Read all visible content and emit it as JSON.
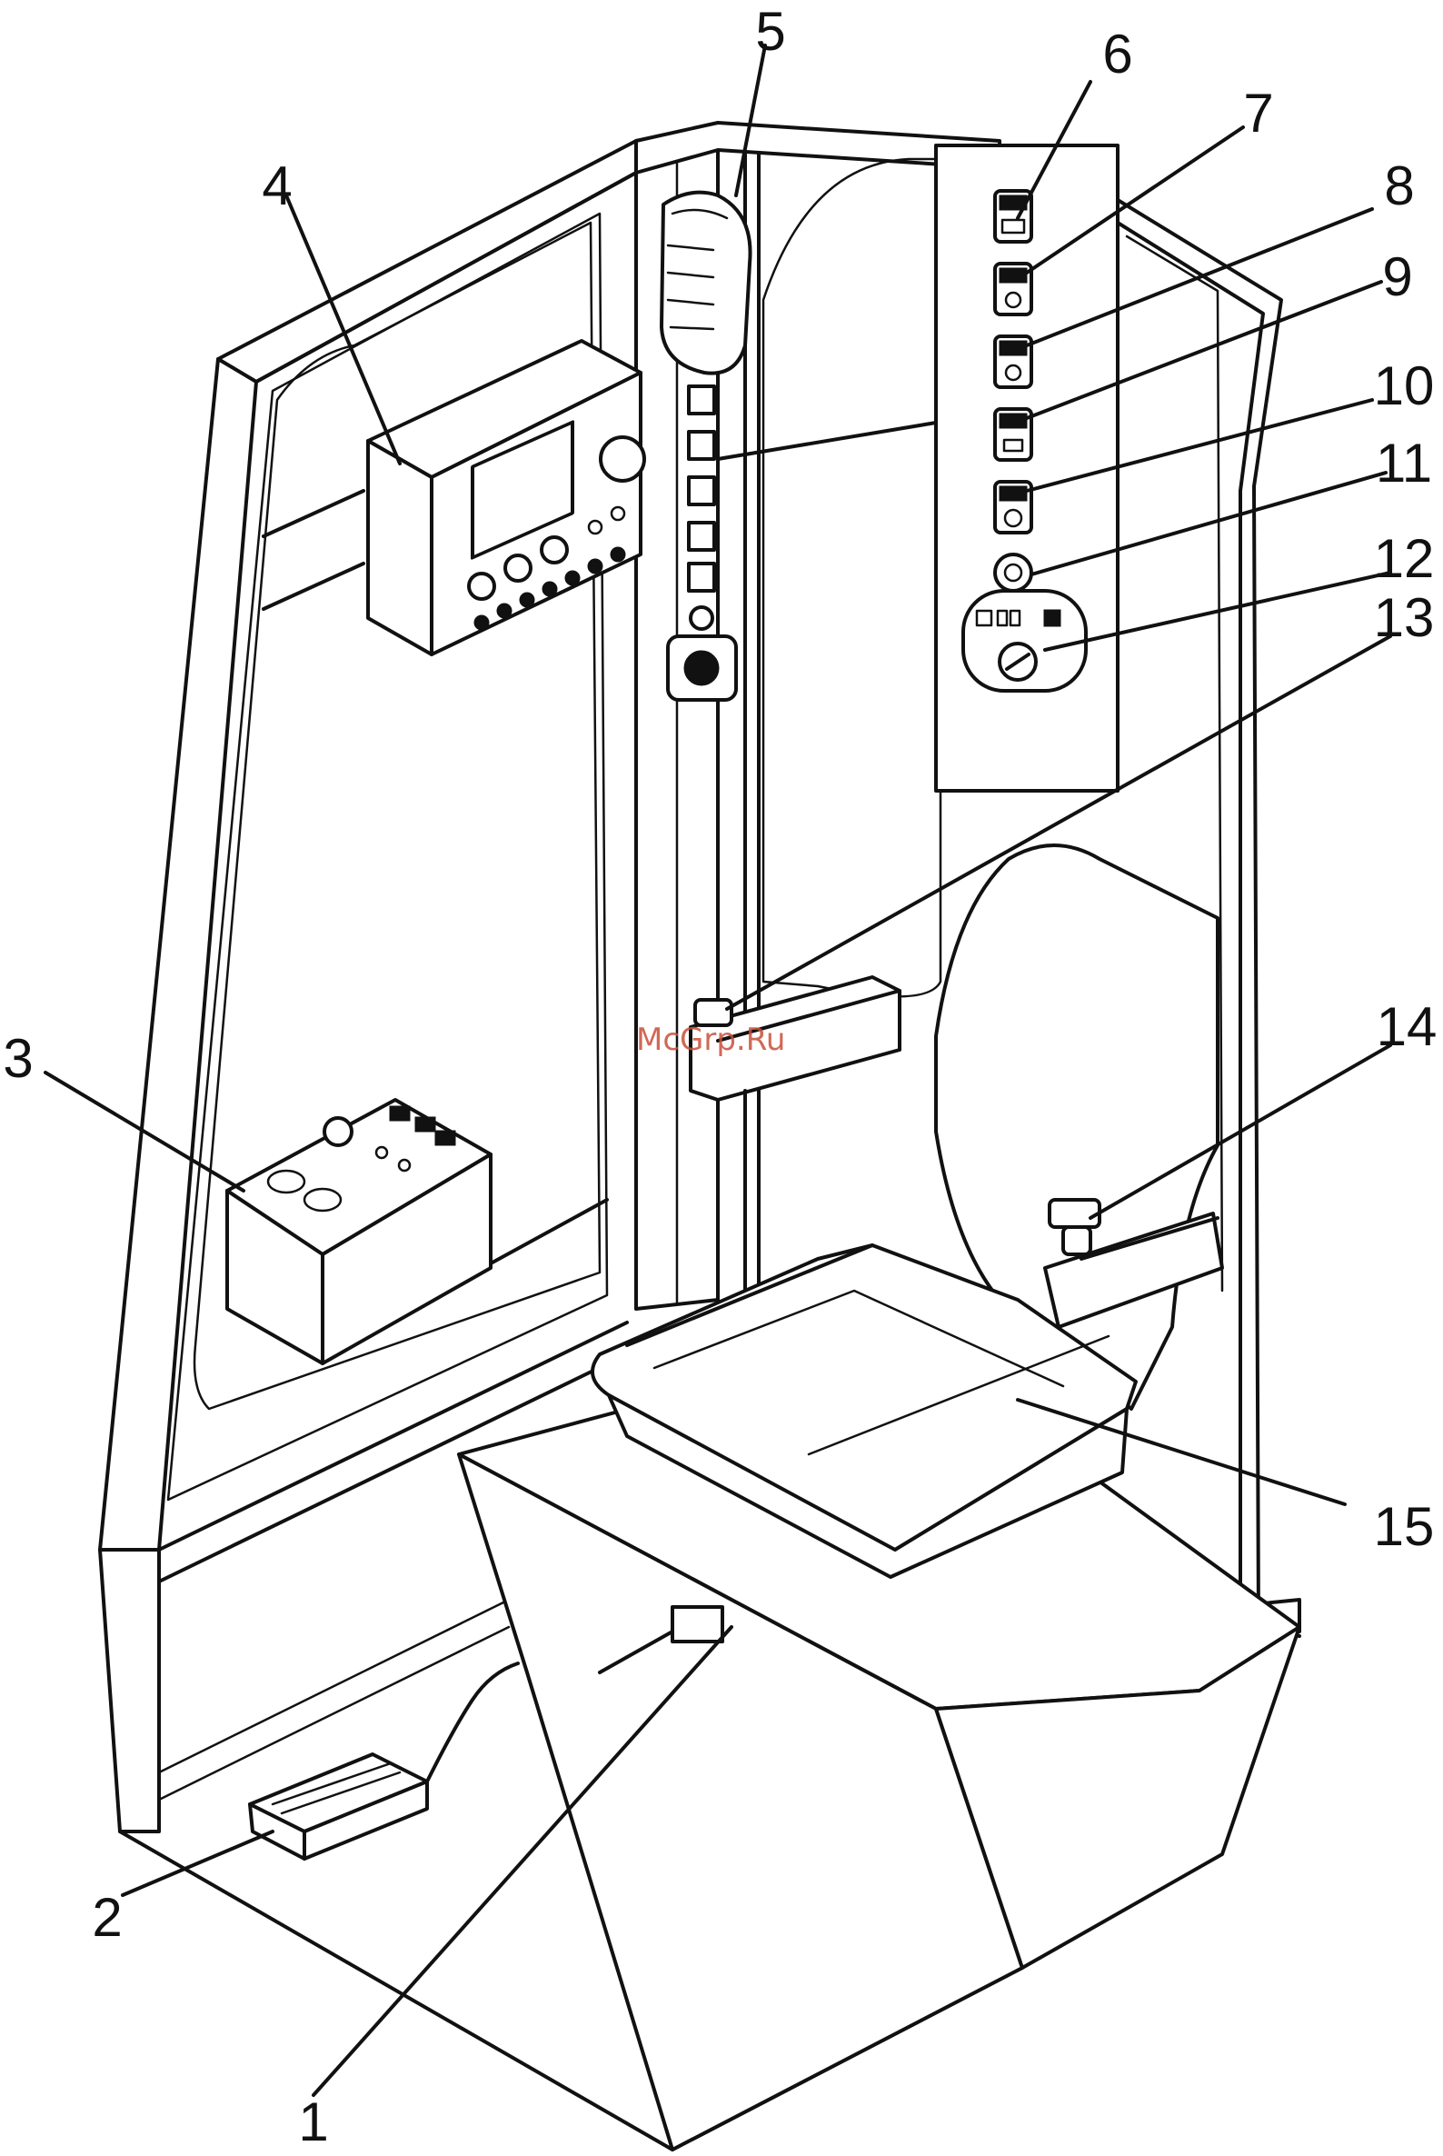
{
  "callouts": [
    {
      "id": "1",
      "text": "1"
    },
    {
      "id": "2",
      "text": "2"
    },
    {
      "id": "3",
      "text": "3"
    },
    {
      "id": "4",
      "text": "4"
    },
    {
      "id": "5",
      "text": "5"
    },
    {
      "id": "6",
      "text": "6"
    },
    {
      "id": "7",
      "text": "7"
    },
    {
      "id": "8",
      "text": "8"
    },
    {
      "id": "9",
      "text": "9"
    },
    {
      "id": "10",
      "text": "10"
    },
    {
      "id": "11",
      "text": "11"
    },
    {
      "id": "12",
      "text": "12"
    },
    {
      "id": "13",
      "text": "13"
    },
    {
      "id": "14",
      "text": "14"
    },
    {
      "id": "15",
      "text": "15"
    }
  ],
  "watermark": "McGrp.Ru"
}
